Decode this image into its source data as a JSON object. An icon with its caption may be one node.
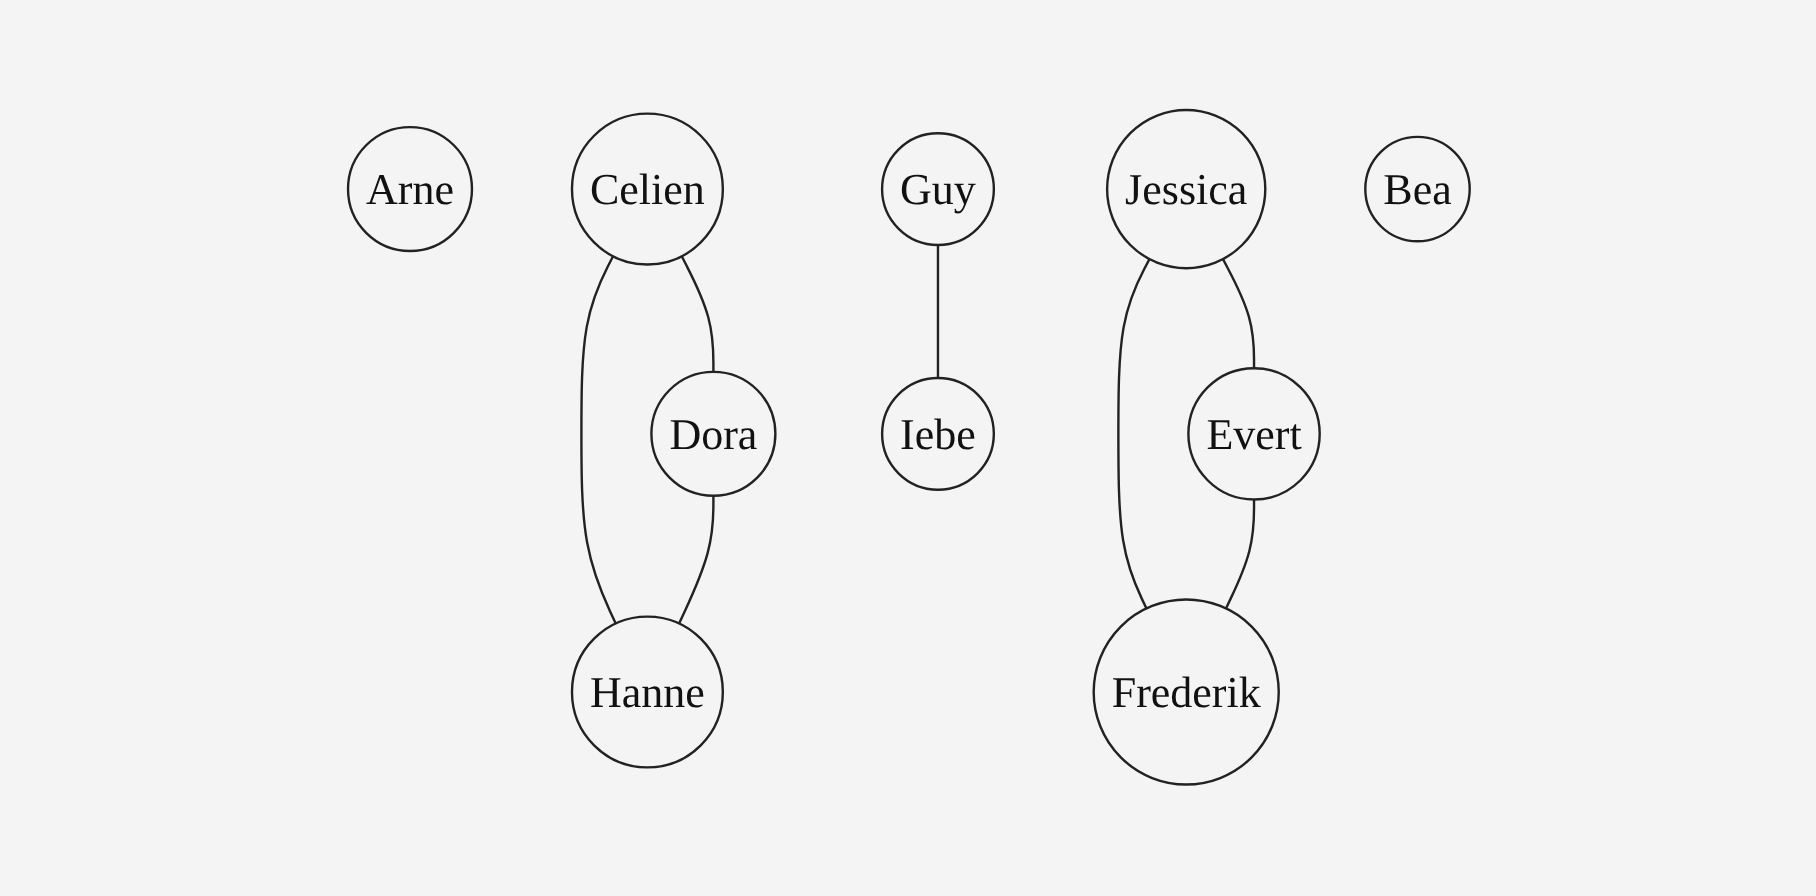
{
  "diagram": {
    "nodes": [
      {
        "text": [
          "Arne"
        ]
      },
      {
        "text": [
          "Celien"
        ]
      },
      {
        "text": [
          "Jessica"
        ]
      },
      {
        "text": [
          "Evert"
        ]
      },
      {
        "text": [
          "Guy"
        ]
      },
      {
        "text": [
          "Bea"
        ]
      },
      {
        "text": [
          "Dora"
        ]
      },
      {
        "text": [
          "Hanne"
        ]
      },
      {
        "text": [
          "Frederik"
        ]
      },
      {
        "text": [
          "Iebe"
        ]
      }
    ],
    "edges": [
      {
        "from": 2,
        "to": 3,
        "arrow": "none"
      },
      {
        "from": 1,
        "to": 6,
        "arrow": "none"
      },
      {
        "from": 1,
        "to": 7,
        "arrow": "none"
      },
      {
        "from": 2,
        "to": 8,
        "arrow": "none"
      },
      {
        "from": 3,
        "to": 8,
        "arrow": "none"
      },
      {
        "from": 4,
        "to": 9,
        "arrow": "none"
      },
      {
        "from": 6,
        "to": 7,
        "arrow": "none"
      }
    ]
  }
}
